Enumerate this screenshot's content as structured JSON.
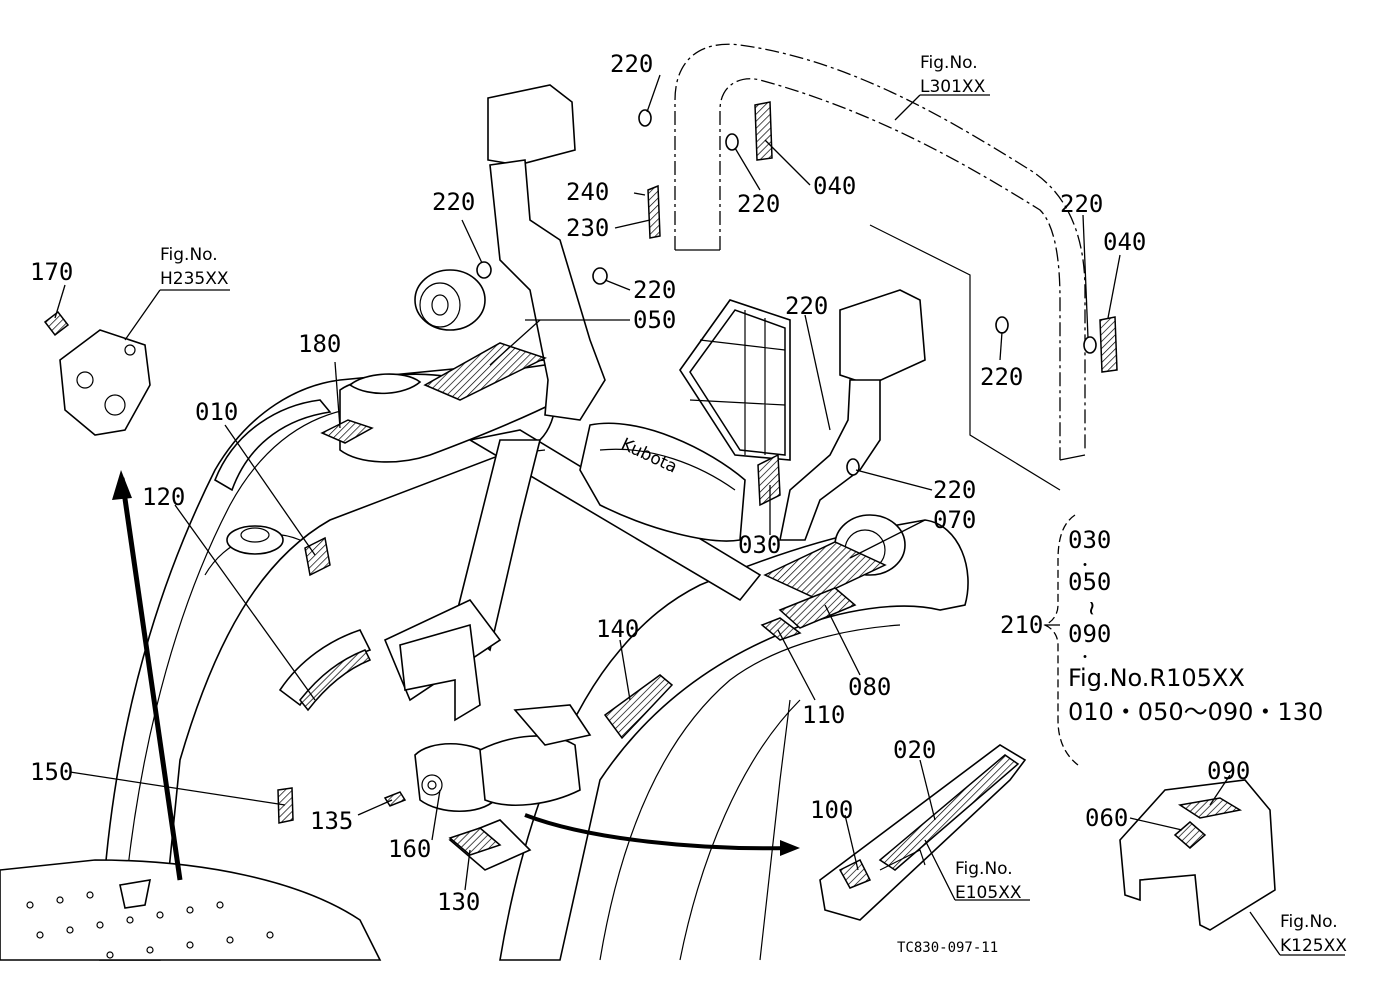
{
  "part_labels": {
    "p010": "010",
    "p020": "020",
    "p030": "030",
    "p040a": "040",
    "p040b": "040",
    "p050": "050",
    "p060": "060",
    "p070": "070",
    "p080": "080",
    "p090": "090",
    "p100": "100",
    "p110": "110",
    "p120": "120",
    "p130": "130",
    "p135": "135",
    "p140": "140",
    "p150": "150",
    "p160": "160",
    "p170": "170",
    "p180": "180",
    "p210": "210",
    "p220a": "220",
    "p220b": "220",
    "p220c": "220",
    "p220d": "220",
    "p220e": "220",
    "p220f": "220",
    "p220g": "220",
    "p220h": "220",
    "p230": "230",
    "p240": "240"
  },
  "fig_refs": {
    "h235_title": "Fig.No.",
    "h235_code": "H235XX",
    "l301_title": "Fig.No.",
    "l301_code": "L301XX",
    "e105_title": "Fig.No.",
    "e105_code": "E105XX",
    "k125_title": "Fig.No.",
    "k125_code": "K125XX"
  },
  "set_note": {
    "line1": "030",
    "dot1": "・",
    "line2": "050",
    "tilde": "~",
    "line3": "090",
    "dot2": "・",
    "line4": "Fig.No.R105XX",
    "line5": "010・050～090・130"
  },
  "drawing_code": "TC830-097-11",
  "seat_logo": "Kubota"
}
